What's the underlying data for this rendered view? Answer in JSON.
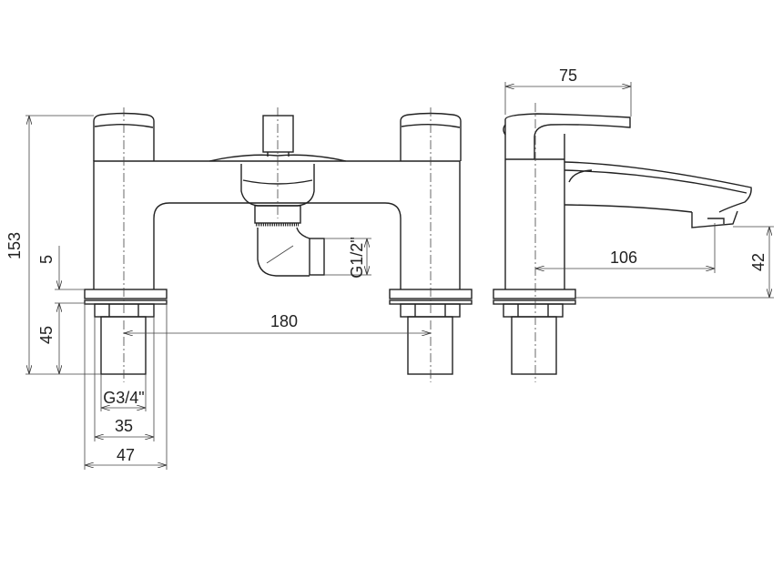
{
  "drawing": {
    "title": "Bath shower mixer dimension drawing",
    "dimensions": {
      "overall_height": "153",
      "deck_plate_thickness": "5",
      "shank_length": "45",
      "centres": "180",
      "shower_outlet_thread": "G1/2\"",
      "inlet_thread": "G3/4\"",
      "shank_nut_width": "35",
      "base_plate_width": "47",
      "handle_depth": "75",
      "spout_projection": "106",
      "spout_height": "42"
    },
    "line_color": "#222222"
  }
}
